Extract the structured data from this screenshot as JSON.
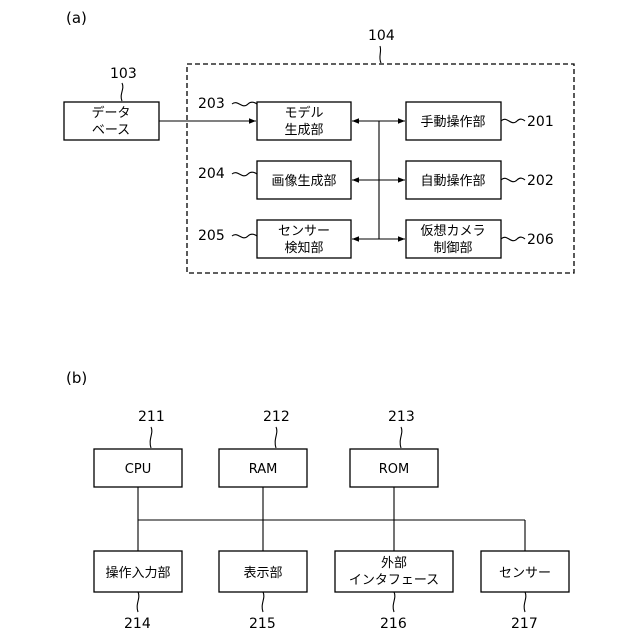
{
  "panel_a": {
    "label": "(a)",
    "group_ref": "104",
    "database": {
      "ref": "103",
      "line1": "データ",
      "line2": "ベース"
    },
    "model_gen": {
      "ref": "203",
      "line1": "モデル",
      "line2": "生成部"
    },
    "image_gen": {
      "ref": "204",
      "line1": "画像生成部"
    },
    "sensor_detect": {
      "ref": "205",
      "line1": "センサー",
      "line2": "検知部"
    },
    "manual_op": {
      "ref": "201",
      "line1": "手動操作部"
    },
    "auto_op": {
      "ref": "202",
      "line1": "自動操作部"
    },
    "virtual_cam": {
      "ref": "206",
      "line1": "仮想カメラ",
      "line2": "制御部"
    }
  },
  "panel_b": {
    "label": "(b)",
    "cpu": {
      "ref": "211",
      "label": "CPU"
    },
    "ram": {
      "ref": "212",
      "label": "RAM"
    },
    "rom": {
      "ref": "213",
      "label": "ROM"
    },
    "input": {
      "ref": "214",
      "label": "操作入力部"
    },
    "display": {
      "ref": "215",
      "label": "表示部"
    },
    "ext_if": {
      "ref": "216",
      "line1": "外部",
      "line2": "インタフェース"
    },
    "sensor": {
      "ref": "217",
      "label": "センサー"
    }
  }
}
